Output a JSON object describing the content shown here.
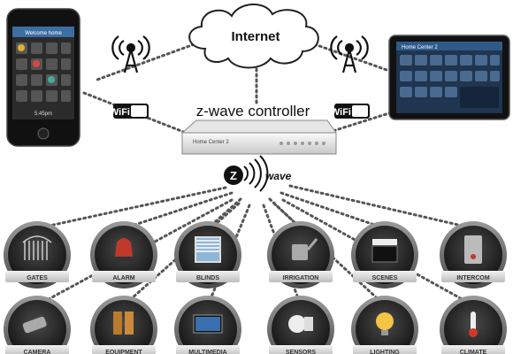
{
  "cloud": {
    "label": "Internet"
  },
  "controller": {
    "title": "z-wave controller",
    "device_label": "Home Center 2"
  },
  "wifi": {
    "left_text": "WiFi",
    "right_text": "WiFi"
  },
  "zwave": {
    "logo_text": "wave",
    "logo_letter": "Z"
  },
  "phone": {
    "header": "Welcome home",
    "clock": "5:45pm"
  },
  "tablet": {
    "header": "Home Center 2"
  },
  "devices_row1": [
    {
      "label": "GATES",
      "icon": "gate-icon"
    },
    {
      "label": "ALARM",
      "icon": "alarm-siren-icon"
    },
    {
      "label": "BLINDS",
      "icon": "window-blinds-icon"
    },
    {
      "label": "IRRIGATION",
      "icon": "watering-can-icon"
    },
    {
      "label": "SCENES",
      "icon": "clapperboard-icon"
    },
    {
      "label": "INTERCOM",
      "icon": "intercom-icon"
    }
  ],
  "devices_row2": [
    {
      "label": "CAMERA",
      "icon": "camera-icon"
    },
    {
      "label": "EQUIPMENT",
      "icon": "equipment-icon"
    },
    {
      "label": "MULTIMEDIA",
      "icon": "tv-icon"
    },
    {
      "label": "SENSORS",
      "icon": "sensor-icon"
    },
    {
      "label": "LIGHTING",
      "icon": "light-bulb-icon"
    },
    {
      "label": "CLIMATE",
      "icon": "thermometer-icon"
    }
  ],
  "colors": {
    "dot_line": "#555555",
    "badge_ring": "#6d6d6d",
    "badge_fill": "#2a2a2a",
    "label_band": "#d8d8d8"
  }
}
